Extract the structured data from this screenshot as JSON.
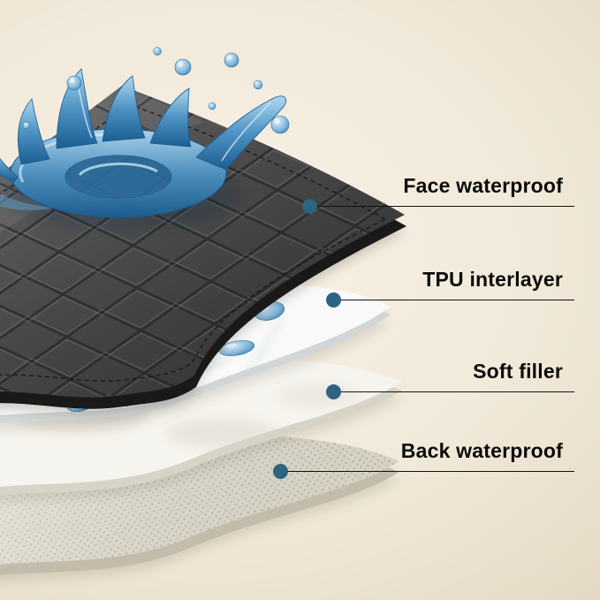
{
  "callouts": [
    {
      "label": "Face waterproof"
    },
    {
      "label": "TPU interlayer"
    },
    {
      "label": "Soft filler"
    },
    {
      "label": "Back waterproof"
    }
  ],
  "colors": {
    "background_center": "#f8f2e7",
    "background_edge": "#d9cdb3",
    "callout_dot": "#2d6480",
    "callout_line": "#141414",
    "label_text": "#0b0b0b",
    "face_layer": "#3f3f3f",
    "tpu_layer": "#f7f8f7",
    "soft_filler_layer": "#f4f2ec",
    "back_layer": "#eae7de",
    "water_blue": "#3c82b4"
  },
  "icons": [
    {
      "name": "callout-dot",
      "shape": "filled-circle"
    }
  ]
}
